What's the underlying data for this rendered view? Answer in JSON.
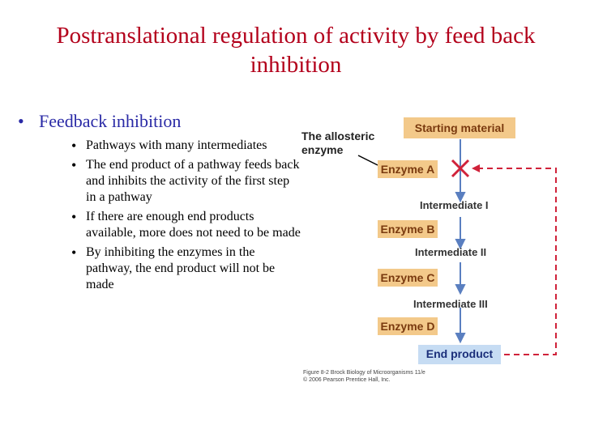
{
  "title": "Postranslational regulation of activity by feed back inhibition",
  "main_bullet": "Feedback inhibition",
  "sub_bullets": [
    "Pathways with many intermediates",
    "The end product of a pathway feeds back and inhibits the activity of the first step in a pathway",
    "If there are enough end products available, more does not need to be made",
    "By inhibiting the enzymes in the pathway, the end product will not be made"
  ],
  "figure": {
    "allosteric_label": "The allosteric enzyme",
    "starting_material": "Starting material",
    "enzymes": [
      "Enzyme A",
      "Enzyme B",
      "Enzyme C",
      "Enzyme D"
    ],
    "intermediates": [
      "Intermediate I",
      "Intermediate II",
      "Intermediate III"
    ],
    "end_product": "End product",
    "credit_line1": "Figure 8-2  Brock Biology of Microorganisms 11/e",
    "credit_line2": "© 2006 Pearson Prentice Hall, Inc.",
    "colors": {
      "enzyme_fill": "#f3c98a",
      "end_fill": "#c6dcf3",
      "arrow": "#5a7fc0",
      "inhibit": "#d0223a"
    }
  }
}
